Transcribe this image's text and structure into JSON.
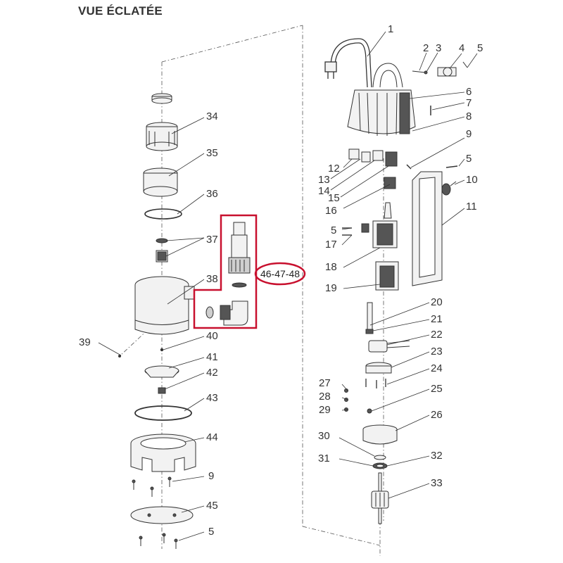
{
  "title": "VUE ÉCLATÉE",
  "highlight_label": "46-47-48",
  "colors": {
    "line": "#333333",
    "part_fill": "#f2f2f2",
    "part_dark": "#555555",
    "highlight": "#c8102e"
  },
  "part_labels": {
    "p1": "1",
    "p2": "2",
    "p3": "3",
    "p4": "4",
    "p5": "5",
    "p6": "6",
    "p7": "7",
    "p8": "8",
    "p9": "9",
    "p10": "10",
    "p11": "11",
    "p12": "12",
    "p13": "13",
    "p14": "14",
    "p15": "15",
    "p16": "16",
    "p17": "17",
    "p18": "18",
    "p19": "19",
    "p20": "20",
    "p21": "21",
    "p22": "22",
    "p23": "23",
    "p24": "24",
    "p25": "25",
    "p26": "26",
    "p27": "27",
    "p28": "28",
    "p29": "29",
    "p30": "30",
    "p31": "31",
    "p32": "32",
    "p33": "33",
    "p34": "34",
    "p35": "35",
    "p36": "36",
    "p37": "37",
    "p38": "38",
    "p39": "39",
    "p40": "40",
    "p41": "41",
    "p42": "42",
    "p43": "43",
    "p44": "44",
    "p45": "45"
  }
}
